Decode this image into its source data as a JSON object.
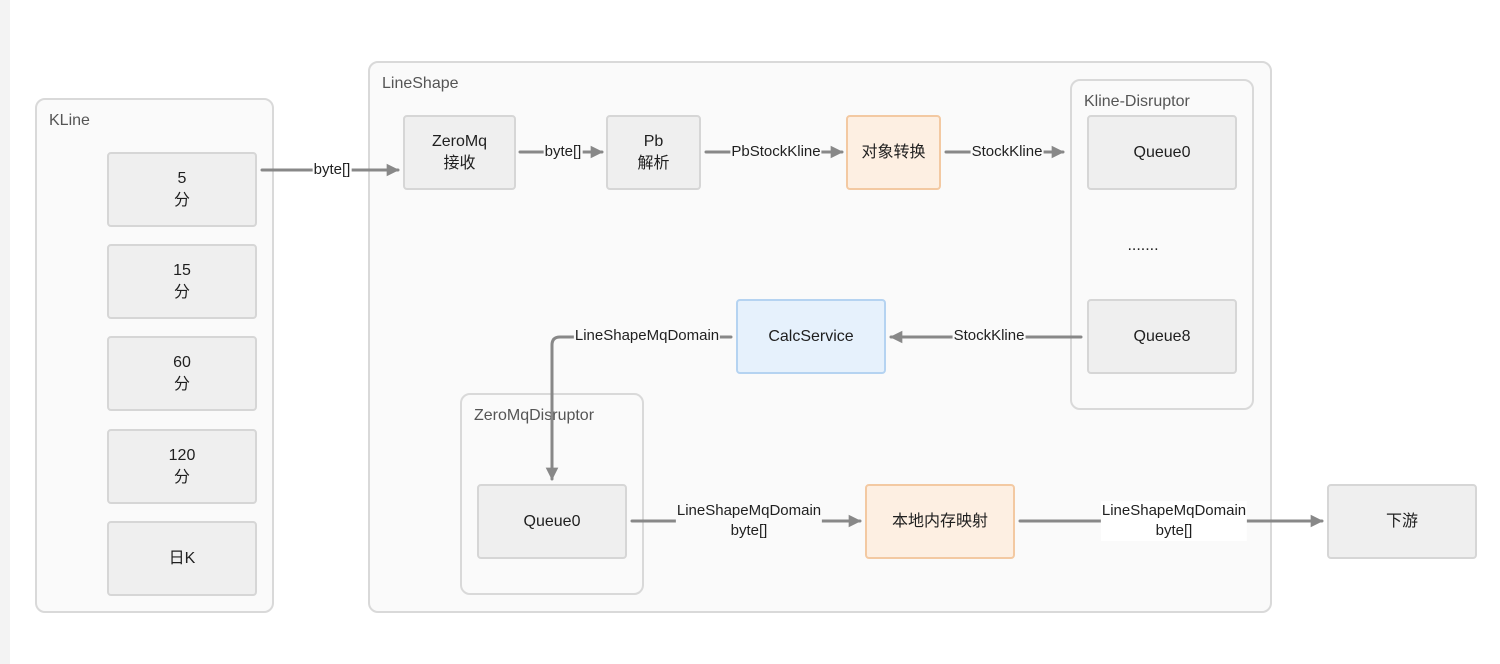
{
  "groups": {
    "kline": "KLine",
    "lineshape": "LineShape",
    "kline_disruptor": "Kline-Disruptor",
    "zeromq_disruptor": "ZeroMqDisruptor"
  },
  "kline_nodes": [
    {
      "line1": "5",
      "line2": "分"
    },
    {
      "line1": "15",
      "line2": "分"
    },
    {
      "line1": "60",
      "line2": "分"
    },
    {
      "line1": "120",
      "line2": "分"
    },
    {
      "line1": "日K",
      "line2": ""
    }
  ],
  "nodes": {
    "zeromq_recv": {
      "line1": "ZeroMq",
      "line2": "接收"
    },
    "pb_parse": {
      "line1": "Pb",
      "line2": "解析"
    },
    "object_convert": "对象转换",
    "queue0_top": "Queue0",
    "queue_ellipsis": ".......",
    "queue8": "Queue8",
    "calc_service": "CalcService",
    "queue0_bottom": "Queue0",
    "local_memory_map": "本地内存映射",
    "downstream": "下游"
  },
  "edges": {
    "kline_to_zeromq": "byte[]",
    "zeromq_to_pb": "byte[]",
    "pb_to_convert": "PbStockKline",
    "convert_to_queue": "StockKline",
    "queue8_to_calc": "StockKline",
    "calc_to_zeromq_queue": "LineShapeMqDomain",
    "queue0_to_memmap": {
      "line1": "LineShapeMqDomain",
      "line2": "byte[]"
    },
    "memmap_to_downstream": {
      "line1": "LineShapeMqDomain",
      "line2": "byte[]"
    }
  },
  "colors": {
    "edge": "#888888",
    "node_fill": "#efefef",
    "orange_fill": "#fdefe2",
    "blue_fill": "#e6f1fc"
  }
}
